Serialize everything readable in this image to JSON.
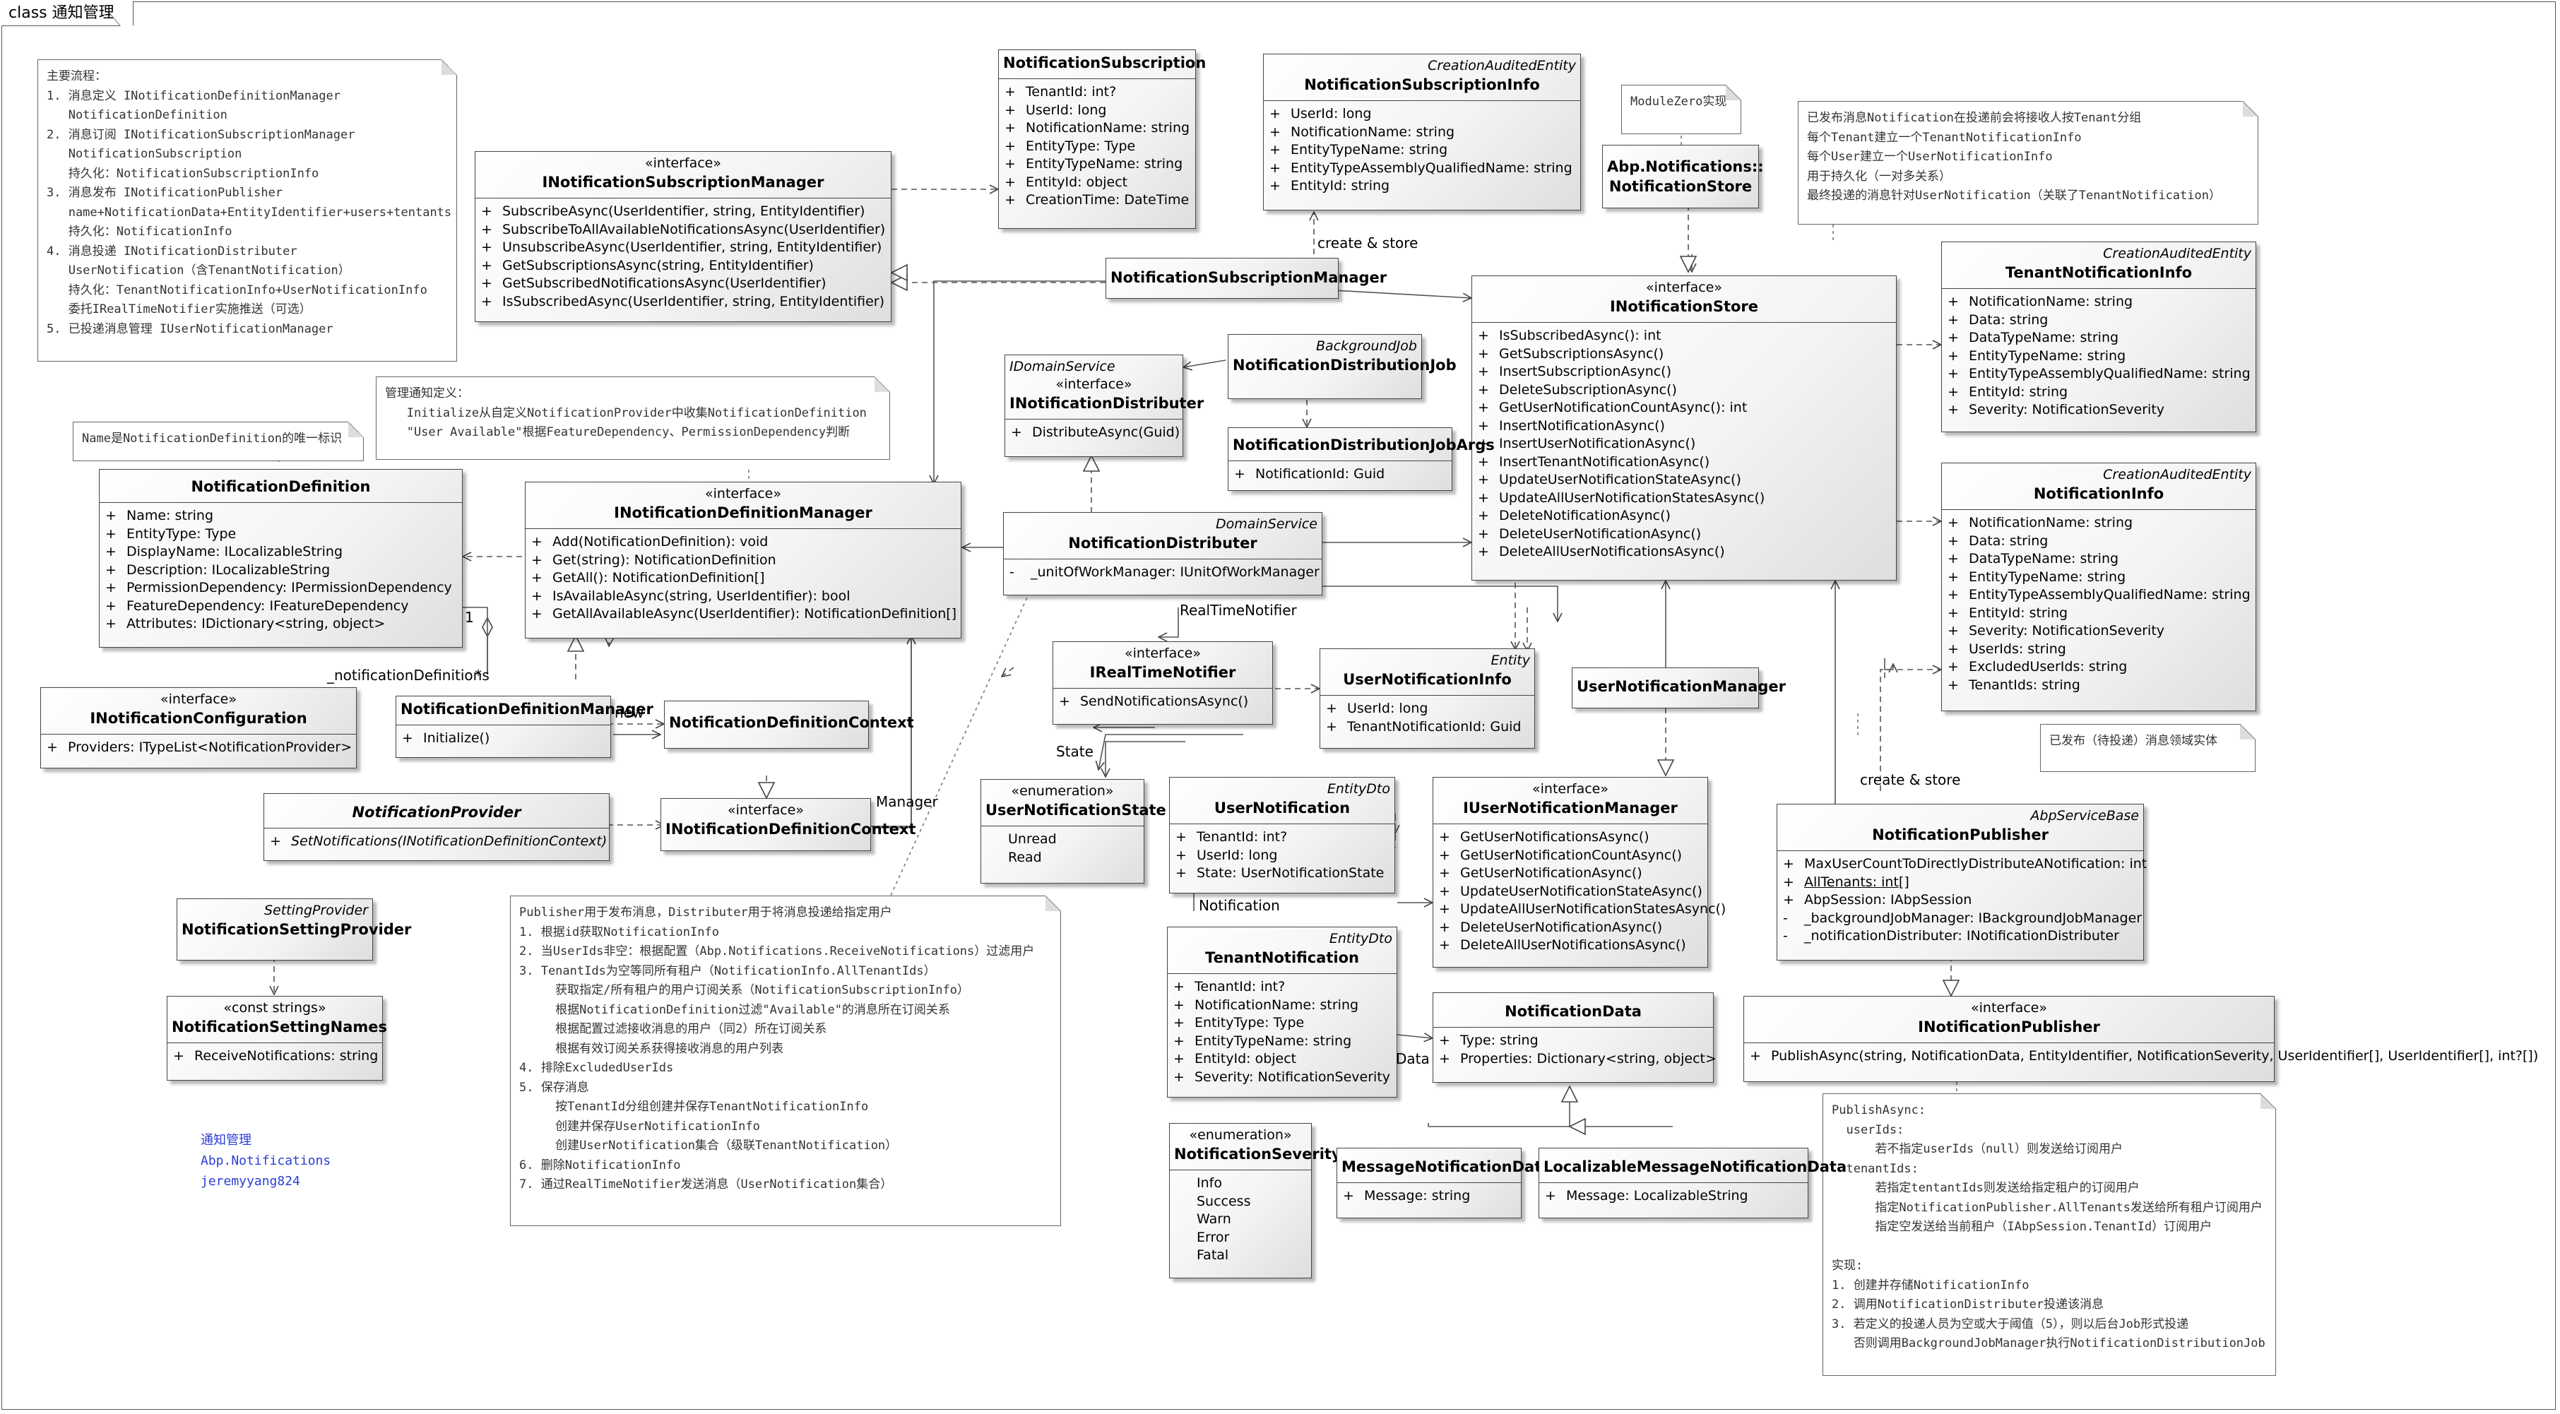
{
  "frame": {
    "title": "class 通知管理"
  },
  "boxes": {
    "subscription": {
      "name": "NotificationSubscription",
      "attrs": [
        "TenantId: int?",
        "UserId: long",
        "NotificationName: string",
        "EntityType: Type",
        "EntityTypeName: string",
        "EntityId: object",
        "CreationTime: DateTime"
      ]
    },
    "subscription_info": {
      "stereotype": "CreationAuditedEntity",
      "name": "NotificationSubscriptionInfo",
      "attrs": [
        "UserId: long",
        "NotificationName: string",
        "EntityTypeName: string",
        "EntityTypeAssemblyQualifiedName: string",
        "EntityId: string"
      ]
    },
    "notification_store_impl": {
      "name_line1": "Abp.Notifications::",
      "name_line2": "NotificationStore"
    },
    "i_subscription_manager": {
      "stereotype": "«interface»",
      "name": "INotificationSubscriptionManager",
      "ops": [
        "SubscribeAsync(UserIdentifier, string, EntityIdentifier)",
        "SubscribeToAllAvailableNotificationsAsync(UserIdentifier)",
        "UnsubscribeAsync(UserIdentifier, string, EntityIdentifier)",
        "GetSubscriptionsAsync(string, EntityIdentifier)",
        "GetSubscribedNotificationsAsync(UserIdentifier)",
        "IsSubscribedAsync(UserIdentifier, string, EntityIdentifier)"
      ]
    },
    "subscription_manager": {
      "name": "NotificationSubscriptionManager"
    },
    "i_store": {
      "stereotype": "«interface»",
      "name": "INotificationStore",
      "ops": [
        "IsSubscribedAsync(): int",
        "GetSubscriptionsAsync()",
        "InsertSubscriptionAsync()",
        "DeleteSubscriptionAsync()",
        "GetUserNotificationCountAsync(): int",
        "InsertNotificationAsync()",
        "InsertUserNotificationAsync()",
        "InsertTenantNotificationAsync()",
        "UpdateUserNotificationStateAsync()",
        "UpdateAllUserNotificationStatesAsync()",
        "DeleteNotificationAsync()",
        "DeleteUserNotificationAsync()",
        "DeleteAllUserNotificationsAsync()"
      ]
    },
    "tenant_notification_info": {
      "stereotype": "CreationAuditedEntity",
      "name": "TenantNotificationInfo",
      "attrs": [
        "NotificationName: string",
        "Data: string",
        "DataTypeName: string",
        "EntityTypeName: string",
        "EntityTypeAssemblyQualifiedName: string",
        "EntityId: string",
        "Severity: NotificationSeverity"
      ]
    },
    "notification_info": {
      "stereotype": "CreationAuditedEntity",
      "name": "NotificationInfo",
      "attrs": [
        "NotificationName: string",
        "Data: string",
        "DataTypeName: string",
        "EntityTypeName: string",
        "EntityTypeAssemblyQualifiedName: string",
        "EntityId: string",
        "Severity: NotificationSeverity",
        "UserIds: string",
        "ExcludedUserIds: string",
        "TenantIds: string"
      ]
    },
    "i_distributer": {
      "stereotype_top": "IDomainService",
      "stereotype": "«interface»",
      "name": "INotificationDistributer",
      "ops": [
        "DistributeAsync(Guid)"
      ]
    },
    "distribution_job": {
      "stereotype": "BackgroundJob",
      "name": "NotificationDistributionJob"
    },
    "distribution_job_args": {
      "name": "NotificationDistributionJobArgs",
      "attrs": [
        "NotificationId: Guid"
      ]
    },
    "definition": {
      "name": "NotificationDefinition",
      "attrs": [
        "Name: string",
        "EntityType: Type",
        "DisplayName: ILocalizableString",
        "Description: ILocalizableString",
        "PermissionDependency: IPermissionDependency",
        "FeatureDependency: IFeatureDependency",
        "Attributes: IDictionary<string, object>"
      ]
    },
    "i_definition_manager": {
      "stereotype": "«interface»",
      "name": "INotificationDefinitionManager",
      "ops": [
        "Add(NotificationDefinition): void",
        "Get(string): NotificationDefinition",
        "GetAll(): NotificationDefinition[]",
        "IsAvailableAsync(string, UserIdentifier): bool",
        "GetAllAvailableAsync(UserIdentifier): NotificationDefinition[]"
      ]
    },
    "distributer": {
      "stereotype": "DomainService",
      "name": "NotificationDistributer",
      "attrs": [
        "_unitOfWorkManager: IUnitOfWorkManager"
      ]
    },
    "i_configuration": {
      "stereotype": "«interface»",
      "name": "INotificationConfiguration",
      "attrs": [
        "Providers: ITypeList<NotificationProvider>"
      ]
    },
    "definition_manager": {
      "name": "NotificationDefinitionManager",
      "ops": [
        "Initialize()"
      ]
    },
    "definition_context": {
      "name": "NotificationDefinitionContext"
    },
    "provider": {
      "name": "NotificationProvider",
      "ops": [
        "SetNotifications(INotificationDefinitionContext)"
      ]
    },
    "i_definition_context": {
      "stereotype": "«interface»",
      "name": "INotificationDefinitionContext"
    },
    "i_realtime_notifier": {
      "stereotype": "«interface»",
      "name": "IRealTimeNotifier",
      "ops": [
        "SendNotificationsAsync()"
      ]
    },
    "user_notification_info": {
      "stereotype": "Entity",
      "name": "UserNotificationInfo",
      "attrs": [
        "UserId: long",
        "TenantNotificationId: Guid"
      ]
    },
    "user_notification_manager": {
      "name": "UserNotificationManager"
    },
    "user_notification_state": {
      "stereotype": "«enumeration»",
      "name": "UserNotificationState",
      "literals": [
        "Unread",
        "Read"
      ]
    },
    "user_notification": {
      "stereotype": "EntityDto",
      "name": "UserNotification",
      "attrs": [
        "TenantId: int?",
        "UserId: long",
        "State: UserNotificationState"
      ]
    },
    "i_user_notification_manager": {
      "stereotype": "«interface»",
      "name": "IUserNotificationManager",
      "ops": [
        "GetUserNotificationsAsync()",
        "GetUserNotificationCountAsync()",
        "GetUserNotificationAsync()",
        "UpdateUserNotificationStateAsync()",
        "UpdateAllUserNotificationStatesAsync()",
        "DeleteUserNotificationAsync()",
        "DeleteAllUserNotificationsAsync()"
      ]
    },
    "publisher": {
      "stereotype": "AbpServiceBase",
      "name": "NotificationPublisher",
      "attrs": [
        {
          "v": "+",
          "t": "MaxUserCountToDirectlyDistributeANotification: int",
          "u": false
        },
        {
          "v": "+",
          "t": "AllTenants: int[]",
          "u": true
        },
        {
          "v": "+",
          "t": "AbpSession: IAbpSession",
          "u": false
        },
        {
          "v": "-",
          "t": "_backgroundJobManager: IBackgroundJobManager",
          "u": false
        },
        {
          "v": "-",
          "t": "_notificationDistributer: INotificationDistributer",
          "u": false
        }
      ]
    },
    "setting_provider": {
      "stereotype": "SettingProvider",
      "name": "NotificationSettingProvider"
    },
    "setting_names": {
      "stereotype": "«const strings»",
      "name": "NotificationSettingNames",
      "attrs": [
        "ReceiveNotifications: string"
      ]
    },
    "tenant_notification": {
      "stereotype": "EntityDto",
      "name": "TenantNotification",
      "attrs": [
        "TenantId: int?",
        "NotificationName: string",
        "EntityType: Type",
        "EntityTypeName: string",
        "EntityId: object",
        "Severity: NotificationSeverity"
      ]
    },
    "notification_data": {
      "name": "NotificationData",
      "attrs": [
        "Type: string",
        "Properties: Dictionary<string, object>"
      ]
    },
    "i_publisher": {
      "stereotype": "«interface»",
      "name": "INotificationPublisher",
      "ops": [
        "PublishAsync(string, NotificationData, EntityIdentifier, NotificationSeverity, UserIdentifier[], UserIdentifier[], int?[])"
      ]
    },
    "severity": {
      "stereotype": "«enumeration»",
      "name": "NotificationSeverity",
      "literals": [
        "Info",
        "Success",
        "Warn",
        "Error",
        "Fatal"
      ]
    },
    "message_data": {
      "name": "MessageNotificationData",
      "attrs": [
        "Message: string"
      ]
    },
    "localizable_data": {
      "name": "LocalizableMessageNotificationData",
      "attrs": [
        "Message: LocalizableString"
      ]
    }
  },
  "notes": {
    "main_flow": "主要流程：\n1. 消息定义 INotificationDefinitionManager\n   NotificationDefinition\n2. 消息订阅 INotificationSubscriptionManager\n   NotificationSubscription\n   持久化：NotificationSubscriptionInfo\n3. 消息发布 INotificationPublisher\n   name+NotificationData+EntityIdentifier+users+tentants\n   持久化：NotificationInfo\n4. 消息投递 INotificationDistributer\n   UserNotification（含TenantNotification）\n   持久化：TenantNotificationInfo+UserNotificationInfo\n   委托IRealTimeNotifier实施推送（可选）\n5. 已投递消息管理 IUserNotificationManager",
    "modulezero": "ModuleZero实现",
    "tenant_group": "已发布消息Notification在投递前会将接收人按Tenant分组\n每个Tenant建立一个TenantNotificationInfo\n每个User建立一个UserNotificationInfo\n用于持久化（一对多关系）\n最终投递的消息针对UserNotification（关联了TenantNotification）",
    "definition_manage": "管理通知定义：\n   Initialize从自定义NotificationProvider中收集NotificationDefinition\n   \"User Available\"根据FeatureDependency、PermissionDependency判断",
    "name_unique": "Name是NotificationDefinition的唯一标识",
    "published_entity": "已发布（待投递）消息领域实体",
    "publisher_distributer": "Publisher用于发布消息，Distributer用于将消息投递给指定用户\n1. 根据id获取NotificationInfo\n2. 当UserIds非空：根据配置（Abp.Notifications.ReceiveNotifications）过滤用户\n3. TenantIds为空等同所有租户（NotificationInfo.AllTenantIds）\n     获取指定/所有租户的用户订阅关系（NotificationSubscriptionInfo）\n     根据NotificationDefinition过滤\"Available\"的消息所在订阅关系\n     根据配置过滤接收消息的用户（同2）所在订阅关系\n     根据有效订阅关系获得接收消息的用户列表\n4. 排除ExcludedUserIds\n5. 保存消息\n     按TenantId分组创建并保存TenantNotificationInfo\n     创建并保存UserNotificationInfo\n     创建UserNotification集合（级联TenantNotification）\n6. 删除NotificationInfo\n7. 通过RealTimeNotifier发送消息（UserNotification集合）",
    "publish_async": "PublishAsync:\n  userIds:\n      若不指定userIds（null）则发送给订阅用户\n  tenantIds:\n      若指定tentantIds则发送给指定租户的订阅用户\n      指定NotificationPublisher.AllTenants发送给所有租户订阅用户\n      指定空发送给当前租户（IAbpSession.TenantId）订阅用户\n\n实现:\n1. 创建并存储NotificationInfo\n2. 调用NotificationDistributer投递该消息\n3. 若定义的投递人员为空或大于阈值（5），则以后台Job形式投递\n   否则调用BackgroundJobManager执行NotificationDistributionJob"
  },
  "labels": {
    "create_store_1": "create & store",
    "create_store_2": "create & store",
    "realtime_notifier": "RealTimeNotifier",
    "state": "State",
    "notification": "Notification",
    "data": "Data",
    "manager": "Manager",
    "new": "new",
    "notification_definitions": "_notificationDefinitions",
    "mult_1": "1",
    "mult_star": "*"
  },
  "legend": [
    "通知管理",
    "Abp.Notifications",
    "jeremyyang824"
  ]
}
